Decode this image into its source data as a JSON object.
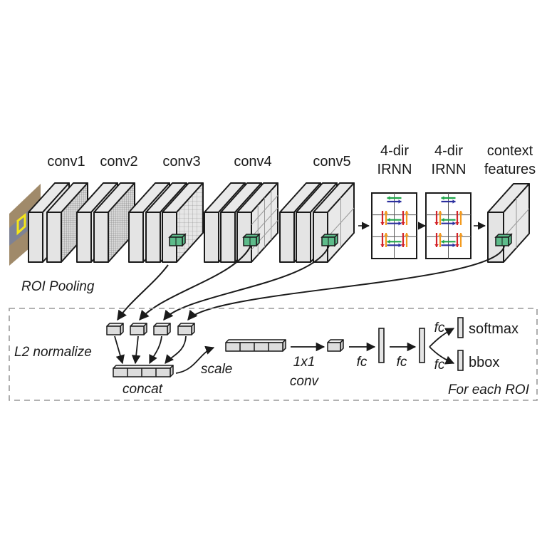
{
  "layers": {
    "conv1": "conv1",
    "conv2": "conv2",
    "conv3": "conv3",
    "conv4": "conv4",
    "conv5": "conv5",
    "irnn1": [
      "4-dir",
      "IRNN"
    ],
    "irnn2": [
      "4-dir",
      "IRNN"
    ],
    "context": [
      "context",
      "features"
    ]
  },
  "labels": {
    "roi_pooling": "ROI Pooling",
    "l2_normalize": "L2 normalize",
    "concat": "concat",
    "scale": "scale",
    "conv1x1": [
      "1x1",
      "conv"
    ],
    "fc1": "fc",
    "fc2": "fc",
    "fc3_top": "fc",
    "fc3_bottom": "fc",
    "softmax": "softmax",
    "bbox": "bbox",
    "for_each_roi": "For each ROI"
  },
  "colors": {
    "feature_cube": "#5dbb8a",
    "arrow_green": "#1fa64a",
    "arrow_blue": "#2b2f9e",
    "arrow_red": "#d2232a",
    "arrow_orange": "#f39a1e",
    "roi_box": "#f5e619"
  }
}
